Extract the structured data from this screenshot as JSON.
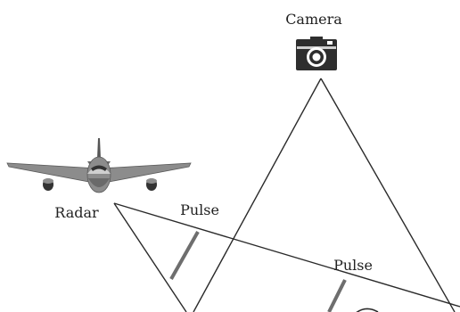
{
  "labels": {
    "camera": "Camera",
    "radar": "Radar",
    "pulse_1": "Pulse",
    "pulse_2": "Pulse"
  },
  "icons": {
    "camera": "camera-icon",
    "airplane": "airplane-icon"
  },
  "colors": {
    "line": "#2a2a2a",
    "pulse_mark": "#6e6e6e",
    "fill_dark": "#333333",
    "fill_mid": "#8c8c8c",
    "fill_light": "#cfcfcf",
    "background": "#ffffff"
  }
}
